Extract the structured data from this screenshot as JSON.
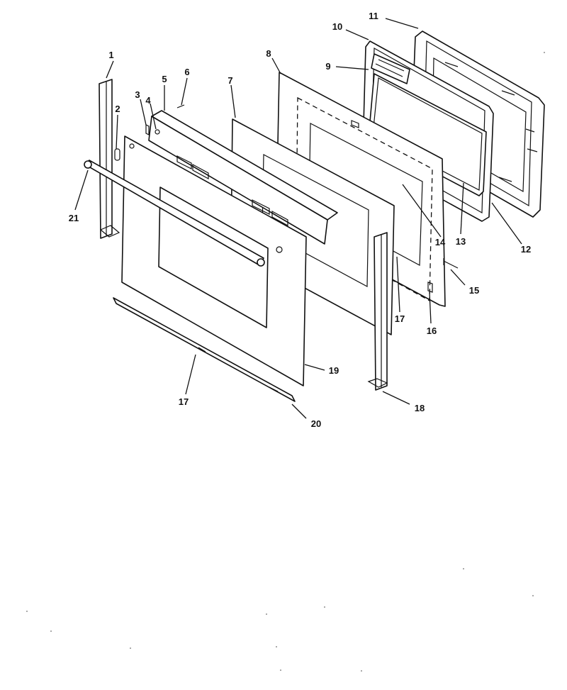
{
  "callouts": {
    "c1": "1",
    "c2": "2",
    "c3": "3",
    "c4": "4",
    "c5": "5",
    "c6": "6",
    "c7": "7",
    "c8": "8",
    "c9": "9",
    "c10": "10",
    "c11": "11",
    "c12": "12",
    "c13": "13",
    "c14": "14",
    "c15": "15",
    "c16": "16",
    "c17a": "17",
    "c17b": "17",
    "c18": "18",
    "c19": "19",
    "c20": "20",
    "c21": "21"
  }
}
